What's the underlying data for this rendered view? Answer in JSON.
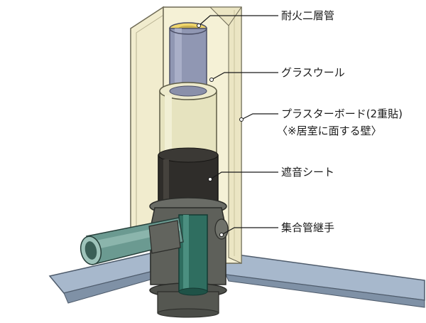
{
  "labels": {
    "fireproof_pipe": "耐火二層管",
    "glass_wool": "グラスウール",
    "plasterboard": "プラスターボード(2重貼)",
    "plasterboard_note": "〈※居室に面する壁〉",
    "sound_sheet": "遮音シート",
    "joint": "集合管継手"
  },
  "colors": {
    "wall_face": "#f4efcf",
    "wall_edge": "#e2dcb8",
    "pipe_blue": "#9196b0",
    "glass_wool": "#e7e4bf",
    "sound_sheet": "#2f2d2a",
    "joint_dark": "#5b5d58",
    "joint_green": "#2f6e60",
    "branch_pipe": "#6d9b92",
    "floor_slab": "#9fb1c4",
    "accent_yellow": "#efd36a"
  }
}
